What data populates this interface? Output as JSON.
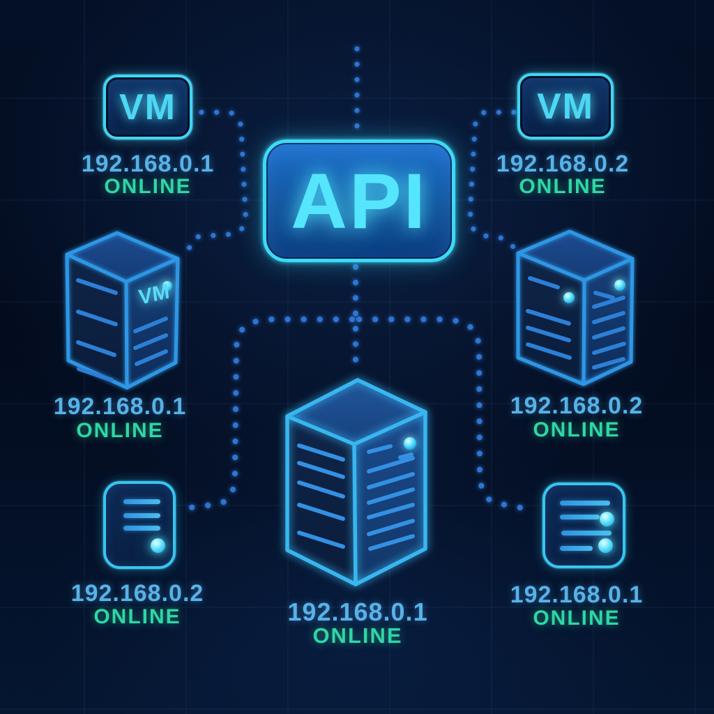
{
  "api_node": {
    "label": "API"
  },
  "nodes": {
    "vm_top_left": {
      "label": "VM",
      "ip": "192.168.0.1",
      "status": "ONLINE"
    },
    "vm_top_right": {
      "label": "VM",
      "ip": "192.168.0.2",
      "status": "ONLINE"
    },
    "server_left": {
      "badge": "VM",
      "ip": "192.168.0.1",
      "status": "ONLINE"
    },
    "server_right": {
      "ip": "192.168.0.2",
      "status": "ONLINE"
    },
    "server_center": {
      "ip": "192.168.0.1",
      "status": "ONLINE"
    },
    "card_bottom_left": {
      "ip": "192.168.0.2",
      "status": "ONLINE"
    },
    "card_bottom_right": {
      "ip": "192.168.0.1",
      "status": "ONLINE"
    }
  },
  "colors": {
    "background": "#030b1d",
    "accent_cyan": "#41d8f5",
    "accent_blue": "#2e8fe0",
    "ip_text": "#57b2e7",
    "status_online": "#2fd6a4",
    "connector_dots": "#2e74d2"
  },
  "icons": {
    "status_led": "glowing-cyan-dot",
    "vm_badge": "rounded-rectangle-vm-chip",
    "server_tower": "isometric-server-tower",
    "server_card": "rounded-server-panel",
    "connector": "dotted-line"
  }
}
